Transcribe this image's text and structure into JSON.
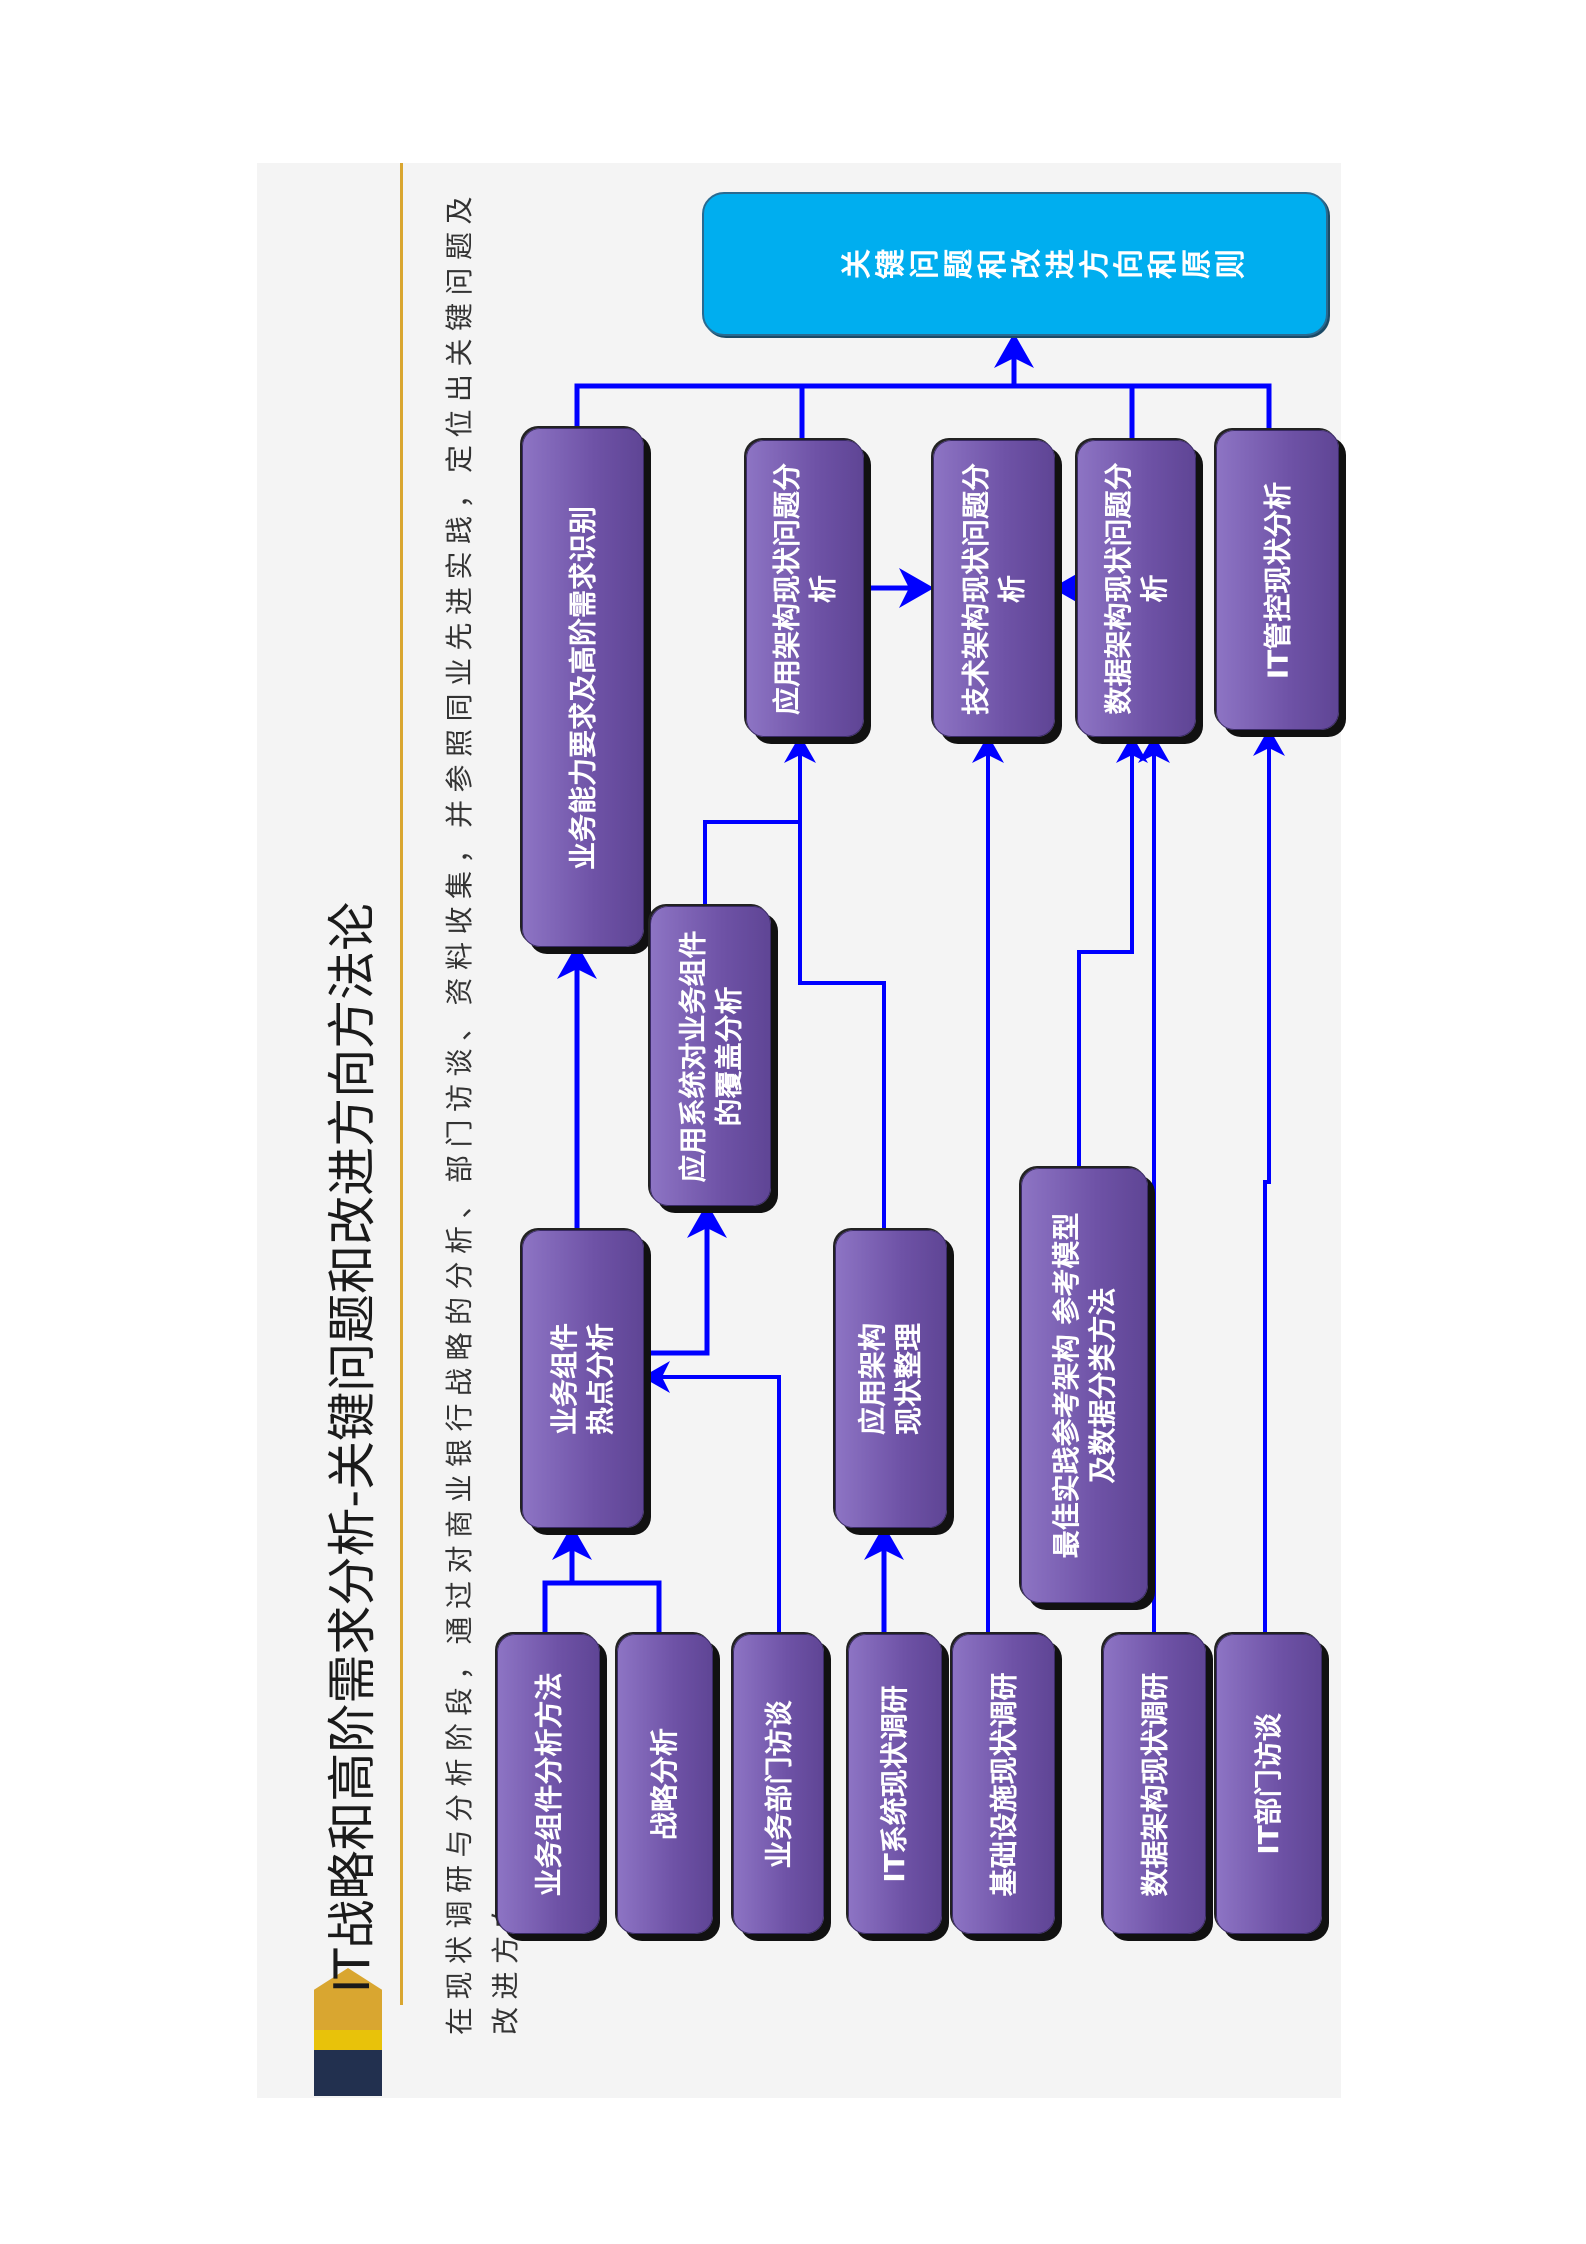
{
  "header": {
    "title": "IT战略和高阶需求分析-关键问题和改进方向方法论",
    "subtitle": "在现状调研与分析阶段，通过对商业银行战略的分析、部门访谈、资料收集，并参照同业先进实践，定位出关键问题及改进方向"
  },
  "colors": {
    "box_purple": "#7a5fb5",
    "key_box": "#00aeef",
    "connector": "#0000ff",
    "accent_gold": "#d9a630",
    "accent_navy": "#22304f"
  },
  "diagram": {
    "output": "关键问题和改进方向和原则",
    "analysis": {
      "business_capability": "业务能力要求及高阶需求识别",
      "app_arch_analysis": "应用架构现状问题分析",
      "tech_arch_analysis": "技术架构现状问题分析",
      "data_arch_analysis": "数据架构现状问题分析",
      "it_governance_analysis": "IT管控现状分析"
    },
    "intermediate": {
      "coverage": "应用系统对业务组件的覆盖分析",
      "hotspot": "业务组件热点分析",
      "app_arch_sorting": "应用架构现状整理",
      "best_practice": "最佳实践参考架构 参考模型及数据分类方法"
    },
    "inputs": [
      "业务组件分析方法",
      "战略分析",
      "业务部门访谈",
      "IT系统现状调研",
      "基础设施现状调研",
      "数据架构现状调研",
      "IT部门访谈"
    ]
  }
}
